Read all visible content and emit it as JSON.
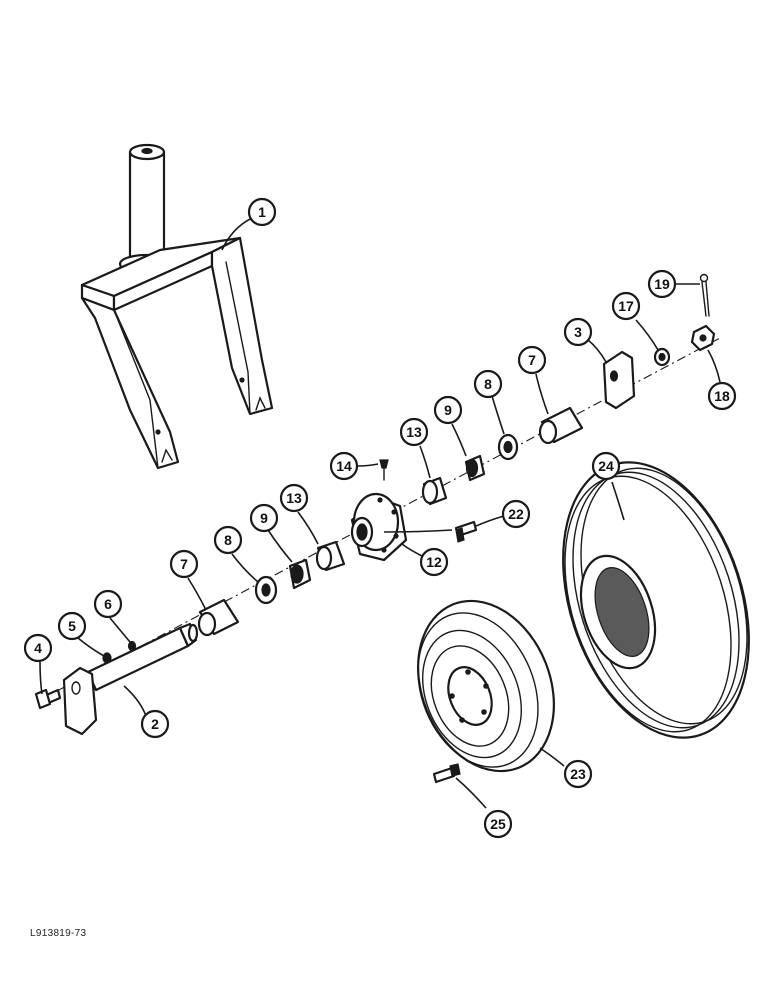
{
  "figure_id": "L913819-73",
  "callouts": [
    {
      "label": "1",
      "part": "fork"
    },
    {
      "label": "2",
      "part": "axle"
    },
    {
      "label": "3",
      "part": "axle-bracket"
    },
    {
      "label": "4",
      "part": "bolt"
    },
    {
      "label": "5",
      "part": "nut"
    },
    {
      "label": "6",
      "part": "washer"
    },
    {
      "label": "7",
      "part": "spacer-left"
    },
    {
      "label": "7",
      "part": "spacer-right"
    },
    {
      "label": "8",
      "part": "seal-left"
    },
    {
      "label": "8",
      "part": "seal-right"
    },
    {
      "label": "9",
      "part": "bearing-cone-left"
    },
    {
      "label": "9",
      "part": "bearing-cone-right"
    },
    {
      "label": "12",
      "part": "hub"
    },
    {
      "label": "13",
      "part": "bearing-cup-left"
    },
    {
      "label": "13",
      "part": "bearing-cup-right"
    },
    {
      "label": "14",
      "part": "grease-fitting"
    },
    {
      "label": "17",
      "part": "washer"
    },
    {
      "label": "18",
      "part": "slotted-nut"
    },
    {
      "label": "19",
      "part": "cotter-pin"
    },
    {
      "label": "22",
      "part": "wheel-bolt"
    },
    {
      "label": "23",
      "part": "wheel-rim"
    },
    {
      "label": "24",
      "part": "tire"
    },
    {
      "label": "25",
      "part": "valve-stem"
    }
  ]
}
